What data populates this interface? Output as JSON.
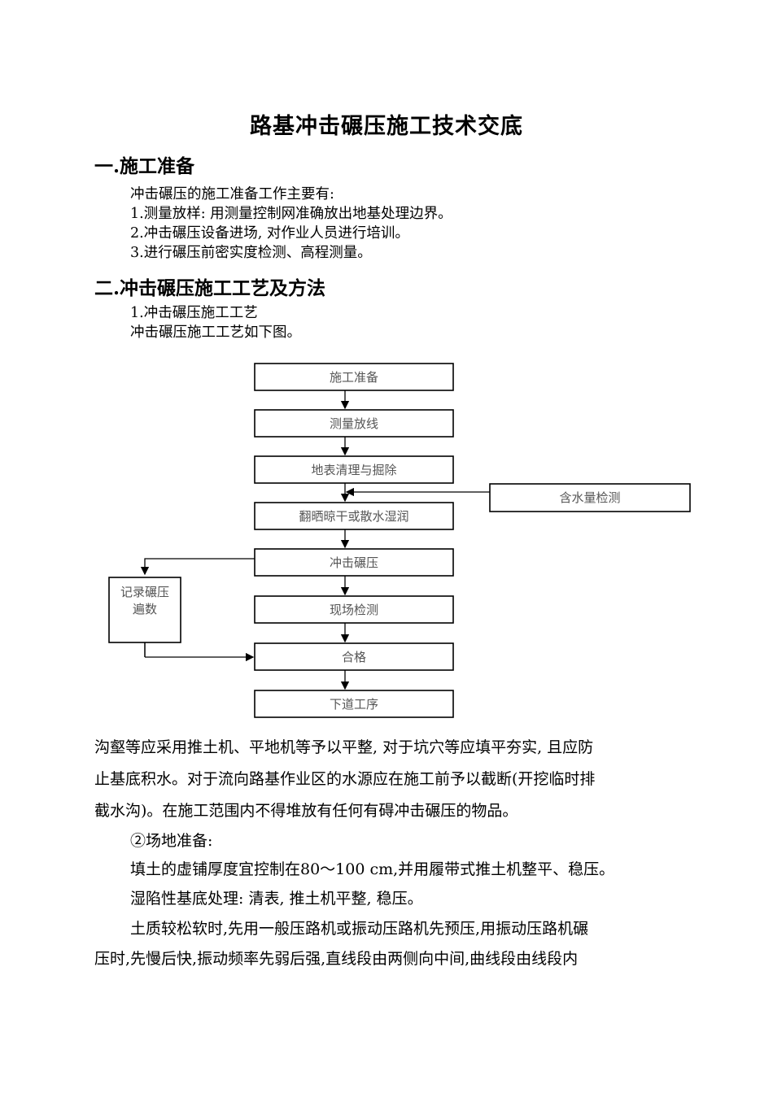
{
  "document": {
    "title": "路基冲击碾压施工技术交底",
    "section1": {
      "heading": "一.施工准备",
      "intro": "冲击碾压的施工准备工作主要有:",
      "items": [
        "1.测量放样: 用测量控制网准确放出地基处理边界。",
        "2.冲击碾压设备进场, 对作业人员进行培训。",
        "3.进行碾压前密实度检测、高程测量。"
      ]
    },
    "section2": {
      "heading": "二.冲击碾压施工工艺及方法",
      "sub": "1.冲击碾压施工工艺",
      "intro": "冲击碾压施工工艺如下图。"
    },
    "flowchart": {
      "steps": [
        "施工准备",
        "测量放线",
        "地表清理与掘除",
        "翻晒晾干或散水湿润",
        "冲击碾压",
        "现场检测",
        "合格",
        "下道工序"
      ],
      "side_box": "含水量检测",
      "record_box": [
        "记录碾压",
        "遍数"
      ]
    },
    "body": {
      "lines": [
        "沟壑等应采用推土机、平地机等予以平整, 对于坑穴等应填平夯实, 且应防",
        "止基底积水。对于流向路基作业区的水源应在施工前予以截断(开挖临时排",
        "截水沟)。在施工范围内不得堆放有任何有碍冲击碾压的物品。",
        "②场地准备:",
        "填土的虚铺厚度宜控制在80～100 cm,并用履带式推土机整平、稳压。",
        "湿陷性基底处理: 清表, 推土机平整, 稳压。",
        "土质较松软时,先用一般压路机或振动压路机先预压,用振动压路机碾",
        "压时,先慢后快,振动频率先弱后强,直线段由两侧向中间,曲线段由线段内"
      ]
    }
  }
}
